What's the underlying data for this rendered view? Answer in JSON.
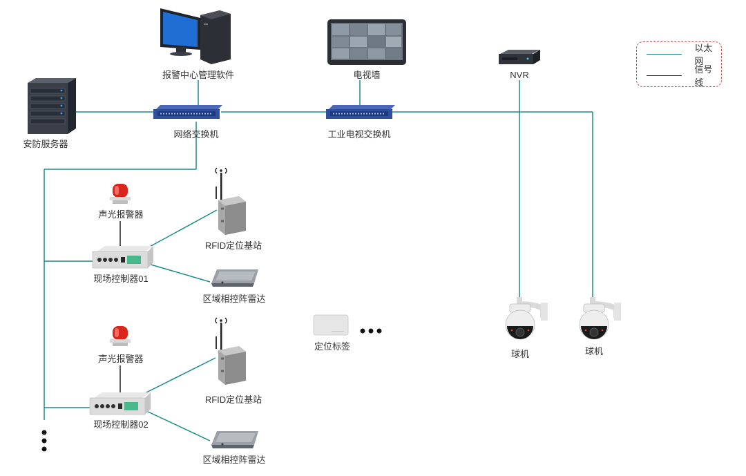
{
  "colors": {
    "ethernet": "#1b8a8a",
    "signal": "#222222",
    "switch": "#2d4f9e",
    "legend_border": "#c0504d",
    "alarm": "#d9261c"
  },
  "legend": {
    "items": [
      {
        "label": "以太网",
        "color": "#1b8a8a"
      },
      {
        "label": "信号线",
        "color": "#222222"
      }
    ]
  },
  "nodes": {
    "security_server": {
      "label": "安防服务器",
      "icon": "server-icon"
    },
    "alarm_center": {
      "label": "报警中心管理软件",
      "icon": "desktop-computer-icon"
    },
    "network_switch": {
      "label": "网络交换机",
      "icon": "network-switch-icon"
    },
    "video_wall": {
      "label": "电视墙",
      "icon": "monitor-icon"
    },
    "cctv_switch": {
      "label": "工业电视交换机",
      "icon": "network-switch-icon"
    },
    "nvr": {
      "label": "NVR",
      "icon": "nvr-icon"
    },
    "dome_camera_1": {
      "label": "球机",
      "icon": "dome-camera-icon"
    },
    "dome_camera_2": {
      "label": "球机",
      "icon": "dome-camera-icon"
    },
    "alarm_light_1": {
      "label": "声光报警器",
      "icon": "alarm-light-icon"
    },
    "rfid_station_1": {
      "label": "RFID定位基站",
      "icon": "rfid-base-station-icon"
    },
    "controller_1": {
      "label": "现场控制器01",
      "icon": "field-controller-icon"
    },
    "radar_1": {
      "label": "区域相控阵雷达",
      "icon": "phased-array-radar-icon"
    },
    "tag": {
      "label": "定位标签",
      "icon": "location-tag-icon"
    },
    "alarm_light_2": {
      "label": "声光报警器",
      "icon": "alarm-light-icon"
    },
    "rfid_station_2": {
      "label": "RFID定位基站",
      "icon": "rfid-base-station-icon"
    },
    "controller_2": {
      "label": "现场控制器02",
      "icon": "field-controller-icon"
    },
    "radar_2": {
      "label": "区域相控阵雷达",
      "icon": "phased-array-radar-icon"
    }
  }
}
